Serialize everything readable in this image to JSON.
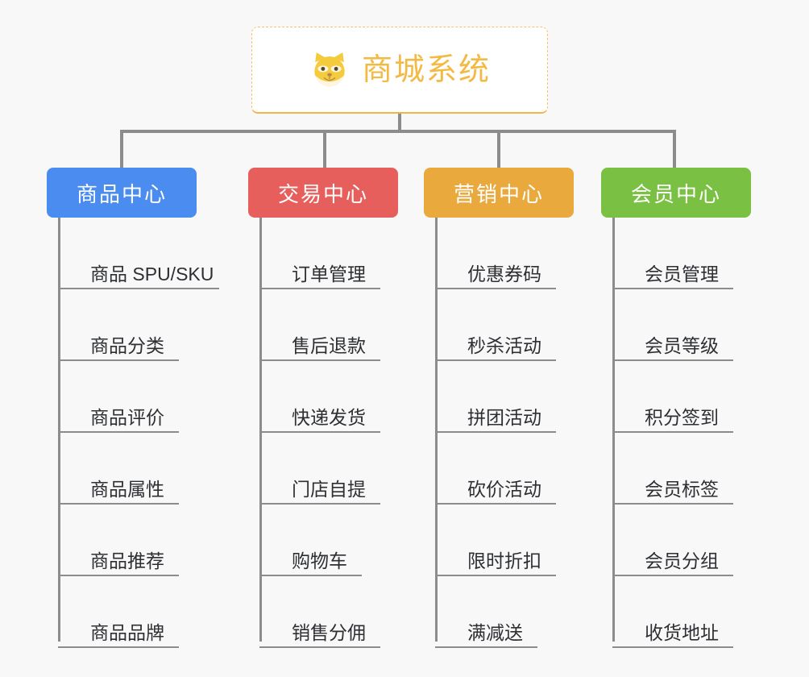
{
  "background": "#f8f8f8",
  "connector_color": "#8c8c8c",
  "root": {
    "title": "商城系统",
    "logo_icon": "shiba-dog-face-icon",
    "border_color": "#f0b54e",
    "title_color": "#f3b942",
    "background": "#ffffff"
  },
  "branches": [
    {
      "label": "商品中心",
      "color": "#4a8cf0",
      "items": [
        {
          "label": "商品 SPU/SKU",
          "rule_width": 200
        },
        {
          "label": "商品分类",
          "rule_width": 150
        },
        {
          "label": "商品评价",
          "rule_width": 150
        },
        {
          "label": "商品属性",
          "rule_width": 150
        },
        {
          "label": "商品推荐",
          "rule_width": 150
        },
        {
          "label": "商品品牌",
          "rule_width": 150
        }
      ]
    },
    {
      "label": "交易中心",
      "color": "#e65f5c",
      "items": [
        {
          "label": "订单管理",
          "rule_width": 150
        },
        {
          "label": "售后退款",
          "rule_width": 150
        },
        {
          "label": "快递发货",
          "rule_width": 150
        },
        {
          "label": "门店自提",
          "rule_width": 150
        },
        {
          "label": "购物车",
          "rule_width": 127
        },
        {
          "label": "销售分佣",
          "rule_width": 150
        }
      ]
    },
    {
      "label": "营销中心",
      "color": "#eaa93c",
      "items": [
        {
          "label": "优惠券码",
          "rule_width": 150
        },
        {
          "label": "秒杀活动",
          "rule_width": 150
        },
        {
          "label": "拼团活动",
          "rule_width": 150
        },
        {
          "label": "砍价活动",
          "rule_width": 150
        },
        {
          "label": "限时折扣",
          "rule_width": 150
        },
        {
          "label": "满减送",
          "rule_width": 127
        }
      ]
    },
    {
      "label": "会员中心",
      "color": "#79c043",
      "items": [
        {
          "label": "会员管理",
          "rule_width": 150
        },
        {
          "label": "会员等级",
          "rule_width": 150
        },
        {
          "label": "积分签到",
          "rule_width": 150
        },
        {
          "label": "会员标签",
          "rule_width": 150
        },
        {
          "label": "会员分组",
          "rule_width": 150
        },
        {
          "label": "收货地址",
          "rule_width": 150
        }
      ]
    }
  ]
}
